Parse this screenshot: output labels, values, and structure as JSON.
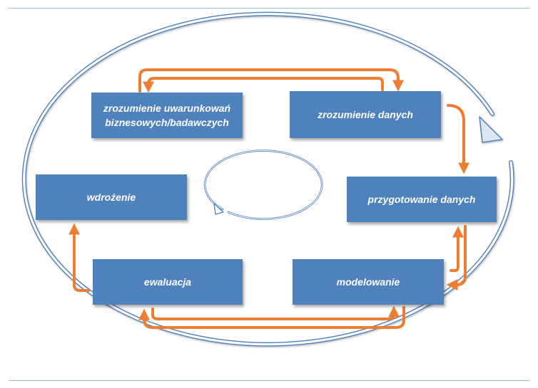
{
  "diagram": {
    "steps": {
      "business_understanding": "zrozumienie uwarunkowań biznesowych/badawczych",
      "data_understanding": "zrozumienie danych",
      "data_preparation": "przygotowanie danych",
      "modeling": "modelowanie",
      "evaluation": "ewaluacja",
      "deployment": "wdrożenie"
    },
    "colors": {
      "box_fill": "#4f81bd",
      "box_text": "#ffffff",
      "arrow": "#ed7d31",
      "cycle_outline": "#4f81bd"
    }
  }
}
